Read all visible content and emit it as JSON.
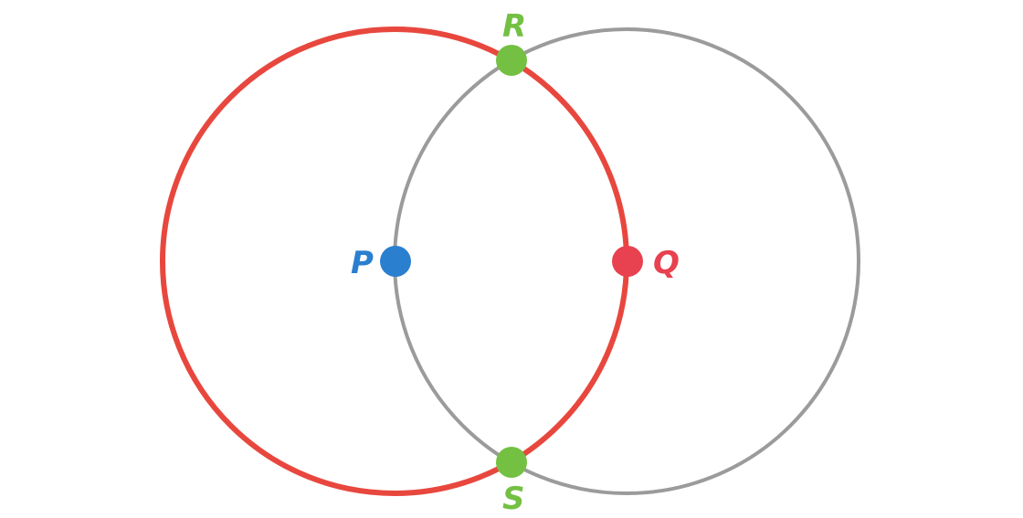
{
  "colors": {
    "circle_p": "#e8473e",
    "circle_q": "#9b9b9b",
    "point_p": "#2a7fcf",
    "point_q": "#e8414f",
    "intersection": "#74c043"
  },
  "points": {
    "p": {
      "label": "P"
    },
    "q": {
      "label": "Q"
    },
    "r": {
      "label": "R"
    },
    "s": {
      "label": "S"
    }
  }
}
